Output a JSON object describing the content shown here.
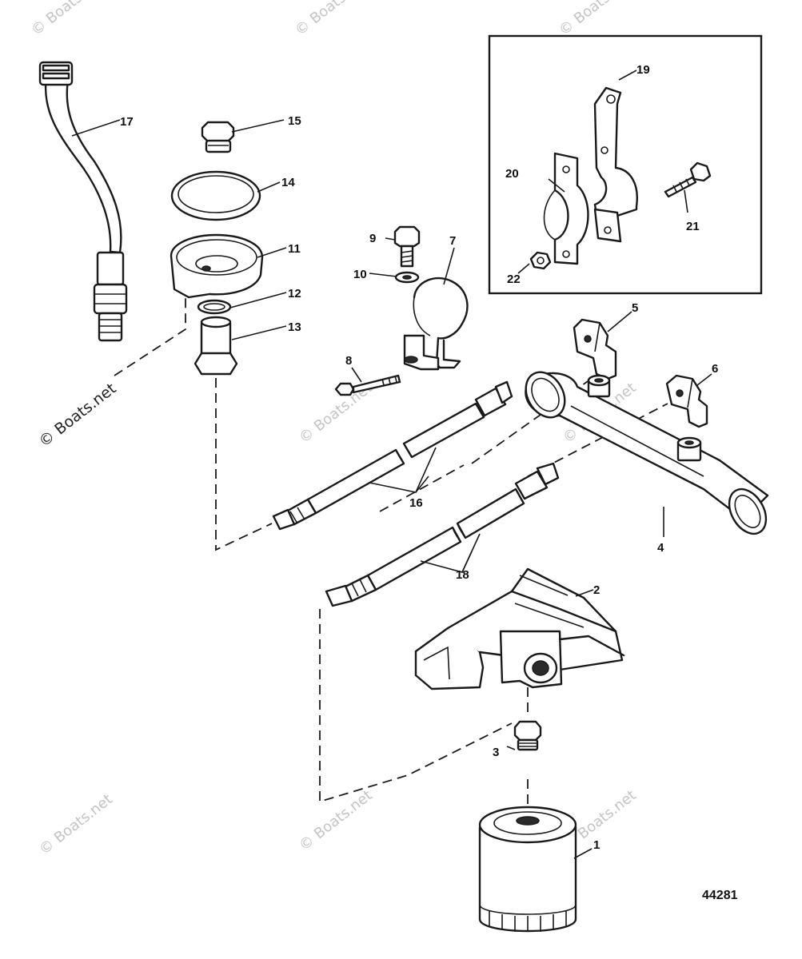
{
  "callouts": {
    "c1": "1",
    "c2": "2",
    "c3": "3",
    "c4": "4",
    "c5": "5",
    "c6": "6",
    "c7": "7",
    "c8": "8",
    "c9": "9",
    "c10": "10",
    "c11": "11",
    "c12": "12",
    "c13": "13",
    "c14": "14",
    "c15": "15",
    "c16": "16",
    "c17": "17",
    "c18": "18",
    "c19": "19",
    "c20": "20",
    "c21": "21",
    "c22": "22"
  },
  "figure_number": "44281",
  "watermark": "© Boats.net"
}
